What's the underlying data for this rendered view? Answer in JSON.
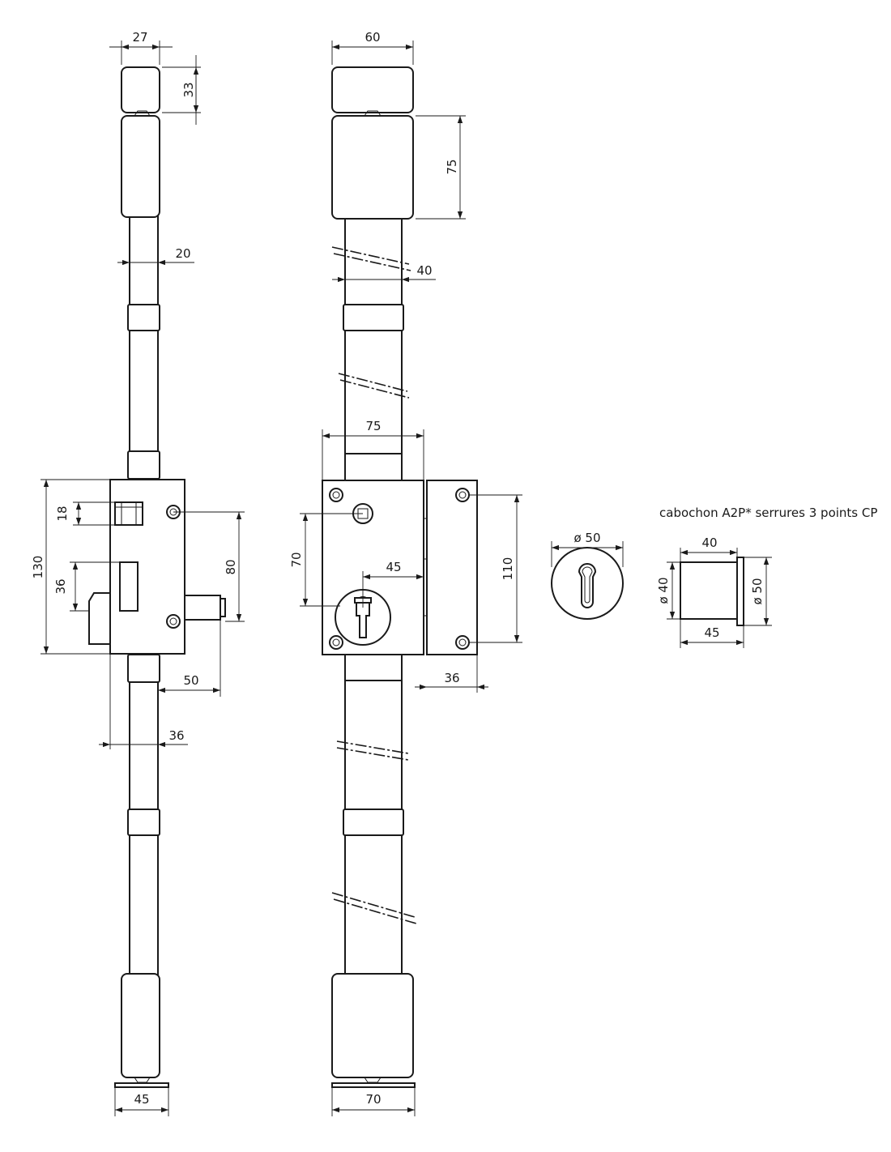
{
  "caption": "cabochon A2P* serrures 3 points CP",
  "dimensions": {
    "side_top_width": "27",
    "side_top_height": "33",
    "side_rod": "20",
    "side_case_height": "130",
    "side_latch": "18",
    "side_bolt_height": "36",
    "side_bolt_spacing": "80",
    "side_bolt_proj": "50",
    "side_depth": "36",
    "side_plate": "45",
    "front_top_width": "60",
    "front_top_height": "75",
    "front_rod": "40",
    "front_case_width": "75",
    "front_axis": "70",
    "front_cyl_offset": "45",
    "front_keep_height": "110",
    "front_keep_width": "36",
    "front_bottom_plate": "70",
    "rosette_dia": "ø 50",
    "cab_length": "40",
    "cab_inner_dia": "ø 40",
    "cab_outer_dia": "ø 50",
    "cab_depth": "45"
  }
}
